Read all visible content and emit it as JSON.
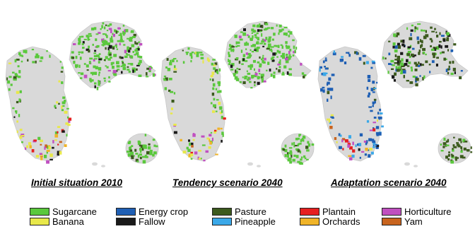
{
  "panels": [
    {
      "caption": "Initial situation 2010",
      "scenario": "initial"
    },
    {
      "caption": "Tendency scenario 2040",
      "scenario": "tendency"
    },
    {
      "caption": "Adaptation scenario 2040",
      "scenario": "adaptation"
    }
  ],
  "legend": [
    {
      "label": "Sugarcane",
      "color": "#5ac83c"
    },
    {
      "label": "Banana",
      "color": "#e8e84a"
    },
    {
      "label": "Energy crop",
      "color": "#1f5fb4"
    },
    {
      "label": "Fallow",
      "color": "#1a1a1a"
    },
    {
      "label": "Pasture",
      "color": "#3c5a1e"
    },
    {
      "label": "Pineapple",
      "color": "#3aa8e8"
    },
    {
      "label": "Plantain",
      "color": "#e62020"
    },
    {
      "label": "Orchards",
      "color": "#f0b428"
    },
    {
      "label": "Horticulture",
      "color": "#c050c0"
    },
    {
      "label": "Yam",
      "color": "#c8641e"
    }
  ]
}
